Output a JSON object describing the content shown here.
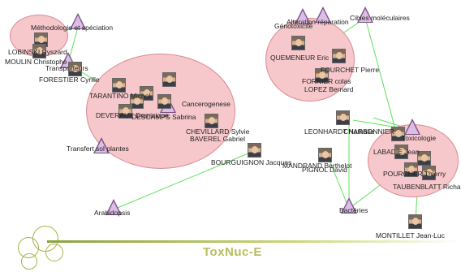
{
  "title": "ToxNuc-E",
  "colors": {
    "cluster_fill": "#f6c7cb",
    "edge": "#5ee05e",
    "triangle": "#dbbde6",
    "logo": "#b8bd5a"
  },
  "topics": {
    "methodologie": "Méthodologie et spéciation",
    "transporteurs": "Transporteurs",
    "cancerogenese": "Cancerogenese",
    "transfert": "Transfert sol plantes",
    "arabidopsis": "Arabidopsis",
    "alteration": "Alteration réparation",
    "genotoxicite": "Génotoxicité",
    "cibles": "Cibles moléculaires",
    "bacteries": "Bactéries",
    "toxicologie": "Toxicologie"
  },
  "people": {
    "lobinski": "LOBINSKI Ryszard",
    "moulin": "MOULIN Christophe",
    "forestier": "FORESTIER Cyrille",
    "tarantino": "TARANTINO Michel",
    "deveraux": "DEVERAUX Dominique",
    "descamps": "DESCAMPS Sabrina",
    "chevillard": "CHEVILLARD Sylvie",
    "baverel": "BAVEREL Gabriel",
    "bourguignon": "BOURGUIGNON Jacques",
    "quemeneur": "QUEMENEUR Eric",
    "fourchet": "FOURCHET Pierre",
    "fornier": "FORNIER colas",
    "lopez": "LOPEZ Bernard",
    "leonhardt": "LEONHARDT Nathalie",
    "charbonnier": "CHARBONNIER",
    "mandrand": "MANDRAND Berthelot",
    "pignol": "PIGNOL David",
    "labadie": "LABADIE Jean",
    "pourcher": "POURCHER Thierry",
    "taubenblatt": "TAUBENBLATT Richard",
    "montillet": "MONTILLET Jean-Luc"
  }
}
